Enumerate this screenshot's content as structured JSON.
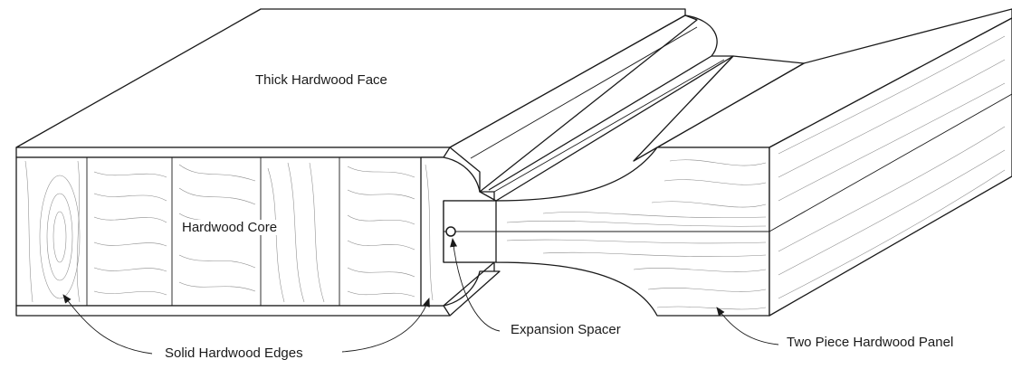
{
  "labels": {
    "thick_hardwood_face": "Thick Hardwood Face",
    "hardwood_core": "Hardwood Core",
    "expansion_spacer": "Expansion Spacer",
    "solid_hardwood_edges": "Solid Hardwood Edges",
    "two_piece_hardwood_panel": "Two Piece Hardwood Panel"
  }
}
